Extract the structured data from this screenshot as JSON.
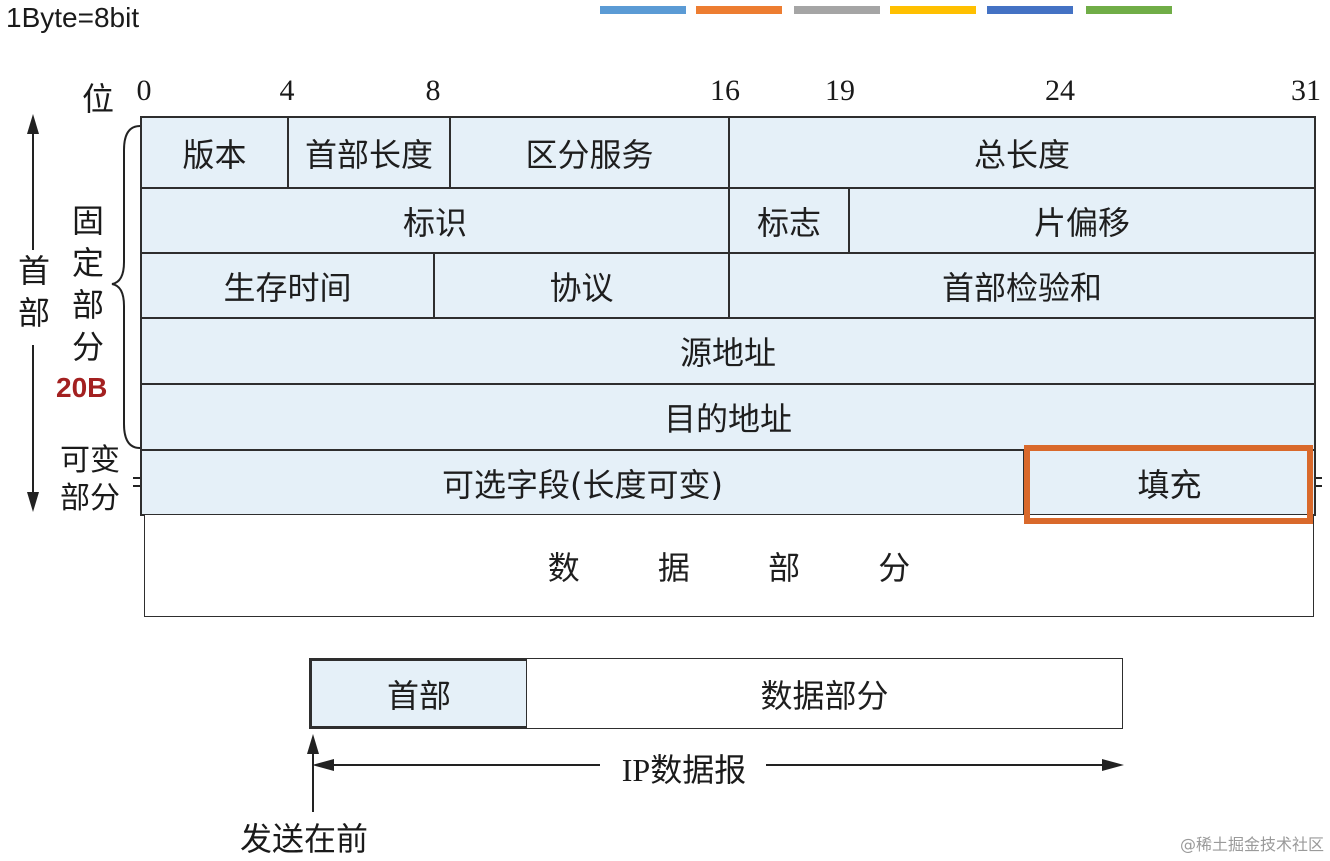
{
  "top_note": "1Byte=8bit",
  "color_bars": [
    "#5b9bd5",
    "#ed7d31",
    "#a5a5a5",
    "#ffc000",
    "#4472c4",
    "#70ad47"
  ],
  "bit_ruler": {
    "label": "位",
    "marks": [
      "0",
      "4",
      "8",
      "16",
      "19",
      "24",
      "31"
    ]
  },
  "side_labels": {
    "header": "首部",
    "fixed": "固定部分",
    "fixed_size": "20B",
    "variable": "可变部分"
  },
  "rows": {
    "version": "版本",
    "header_length": "首部长度",
    "dsf": "区分服务",
    "total_length": "总长度",
    "identification": "标识",
    "flags": "标志",
    "fragment_offset": "片偏移",
    "ttl": "生存时间",
    "protocol": "协议",
    "checksum": "首部检验和",
    "source": "源地址",
    "destination": "目的地址",
    "options": "可选字段(长度可变)",
    "padding": "填充",
    "data": "数 据 部 分"
  },
  "datagram": {
    "header": "首部",
    "data": "数据部分",
    "span_label": "IP数据报",
    "send_first": "发送在前"
  },
  "watermark": "@稀土掘金技术社区"
}
